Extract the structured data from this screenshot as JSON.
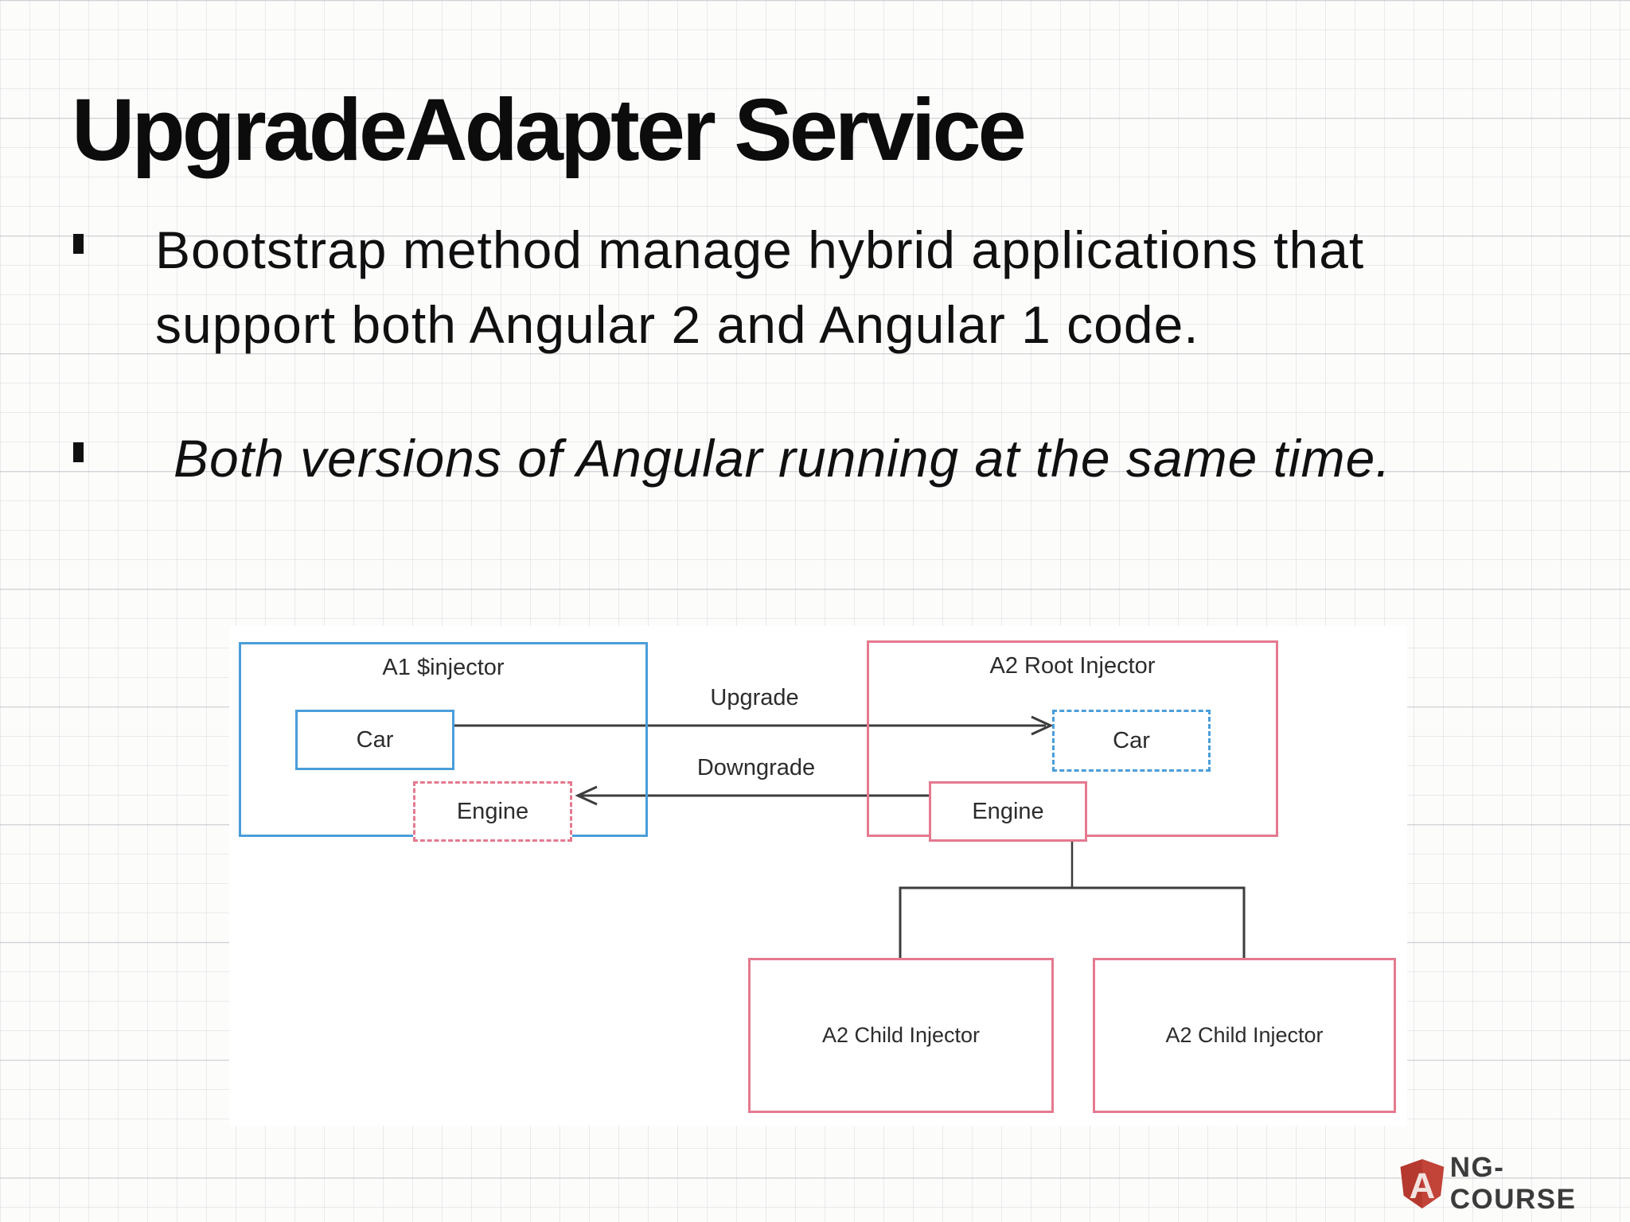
{
  "slide": {
    "title": "UpgradeAdapter Service",
    "bullets": [
      {
        "marker": "square",
        "text": "Bootstrap method manage hybrid applications that\nsupport both Angular 2 and Angular 1 code."
      },
      {
        "marker": "square",
        "text": "Both versions of Angular running at the same time."
      }
    ]
  },
  "diagram": {
    "a1_injector": {
      "title": "A1 $injector",
      "car": "Car",
      "engine": "Engine"
    },
    "a2_root_injector": {
      "title": "A2 Root Injector",
      "car": "Car",
      "engine": "Engine"
    },
    "upgrade_label": "Upgrade",
    "downgrade_label": "Downgrade",
    "child_injectors": [
      {
        "label": "A2 Child Injector"
      },
      {
        "label": "A2 Child Injector"
      }
    ],
    "colors": {
      "angular1_blue": "#4a9eda",
      "angular2_pink": "#e5798f",
      "connector": "#3c3c3c"
    }
  },
  "footer": {
    "shield_letter": "A",
    "brand_text": "NG-COURSE",
    "brand_color": "#b5392e"
  }
}
